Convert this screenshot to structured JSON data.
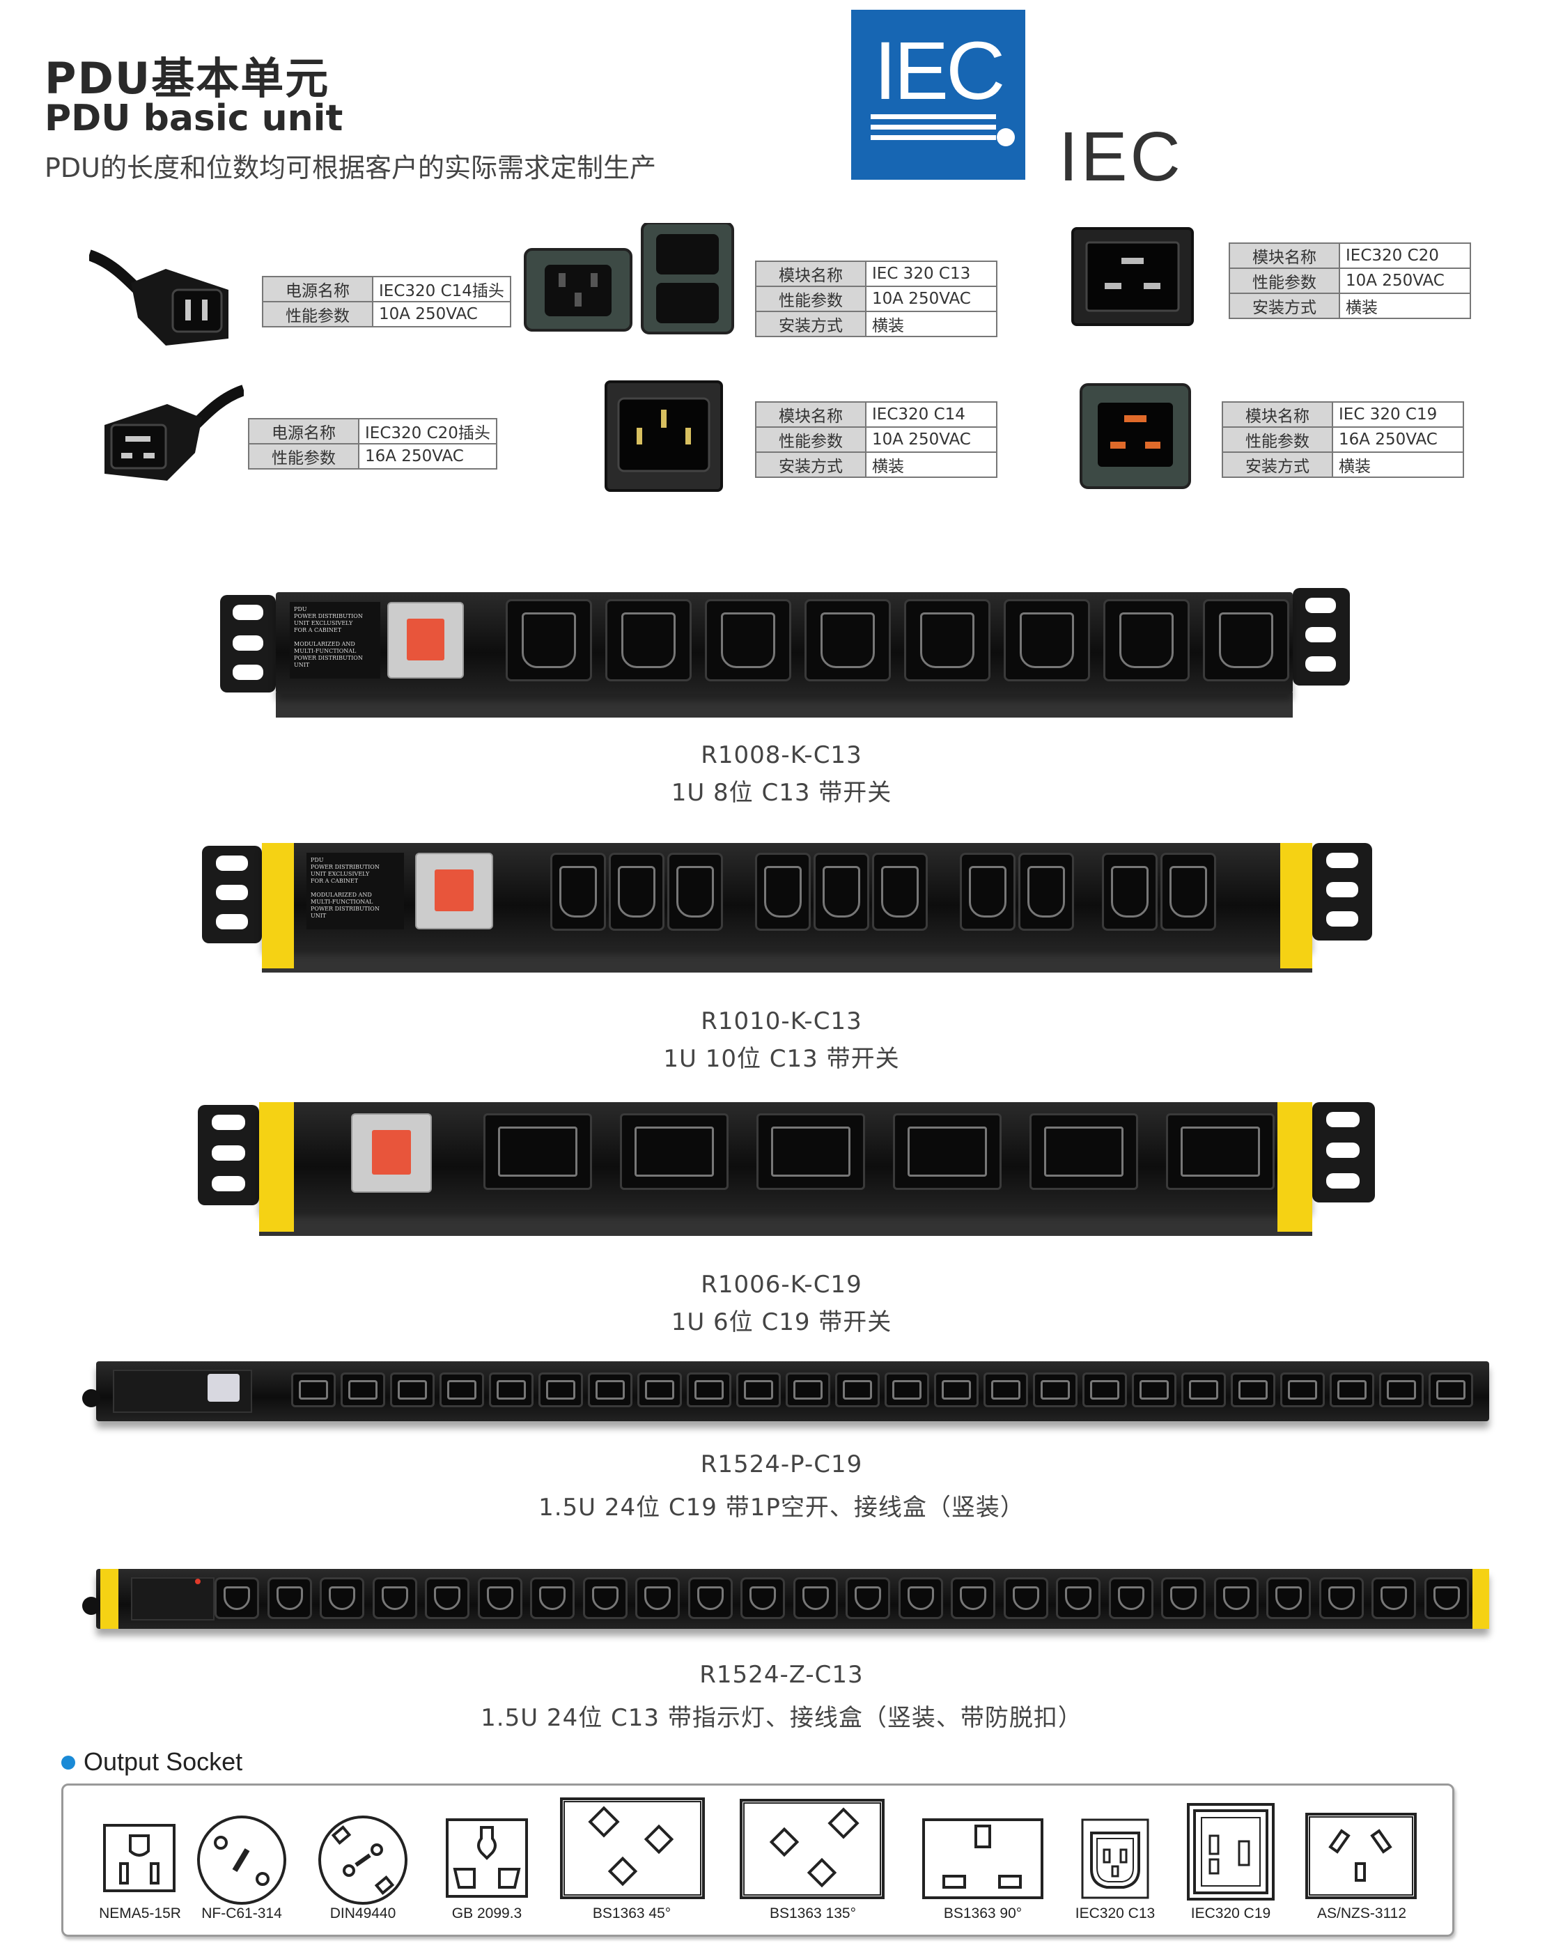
{
  "header": {
    "title_cn": "PDU基本单元",
    "title_en": "PDU basic unit",
    "subtitle": "PDU的长度和位数均可根据客户的实际需求定制生产",
    "logo_text": "IEC",
    "brand_text": "IEC"
  },
  "specs": {
    "c14_plug": {
      "rows": [
        {
          "k": "电源名称",
          "v": "IEC320 C14插头"
        },
        {
          "k": "性能参数",
          "v": "10A 250VAC"
        }
      ]
    },
    "c20_plug": {
      "rows": [
        {
          "k": "电源名称",
          "v": "IEC320 C20插头"
        },
        {
          "k": "性能参数",
          "v": "16A 250VAC"
        }
      ]
    },
    "c13_module": {
      "rows": [
        {
          "k": "模块名称",
          "v": "IEC 320 C13"
        },
        {
          "k": "性能参数",
          "v": "10A 250VAC"
        },
        {
          "k": "安装方式",
          "v": "横装"
        }
      ]
    },
    "c14_module": {
      "rows": [
        {
          "k": "模块名称",
          "v": "IEC320 C14"
        },
        {
          "k": "性能参数",
          "v": "10A 250VAC"
        },
        {
          "k": "安装方式",
          "v": "横装"
        }
      ]
    },
    "c20_module": {
      "rows": [
        {
          "k": "模块名称",
          "v": "IEC320 C20"
        },
        {
          "k": "性能参数",
          "v": "10A 250VAC"
        },
        {
          "k": "安装方式",
          "v": "横装"
        }
      ]
    },
    "c19_module": {
      "rows": [
        {
          "k": "模块名称",
          "v": "IEC 320 C19"
        },
        {
          "k": "性能参数",
          "v": "16A 250VAC"
        },
        {
          "k": "安装方式",
          "v": "横装"
        }
      ]
    }
  },
  "products": [
    {
      "model": "R1008-K-C13",
      "desc": "1U 8位 C13 带开关"
    },
    {
      "model": "R1010-K-C13",
      "desc": "1U 10位 C13 带开关"
    },
    {
      "model": "R1006-K-C19",
      "desc": "1U 6位 C19 带开关"
    },
    {
      "model": "R1524-P-C19",
      "desc": "1.5U 24位 C19 带1P空开、接线盒（竖装）"
    },
    {
      "model": "R1524-Z-C13",
      "desc": "1.5U 24位 C13 带指示灯、接线盒（竖装、带防脱扣）"
    }
  ],
  "pdu_label": "PDU\nPOWER DISTRIBUTION\nUNIT EXCLUSIVELY\nFOR A CABINET\n\nMODULARIZED AND\nMULTI-FUNCTIONAL\nPOWER DISTRIBUTION\nUNIT",
  "output": {
    "title": "Output Socket",
    "sockets": [
      "NEMA5-15R",
      "NF-C61-314",
      "DIN49440",
      "GB 2099.3",
      "BS1363 45°",
      "BS1363 135°",
      "BS1363 90°",
      "IEC320 C13",
      "IEC320 C19",
      "AS/NZS-3112"
    ]
  },
  "colors": {
    "iec_blue": "#1766b3",
    "yellow_end": "#f5d214",
    "switch_red": "#e8553b",
    "bullet_blue": "#1a8ad6"
  }
}
